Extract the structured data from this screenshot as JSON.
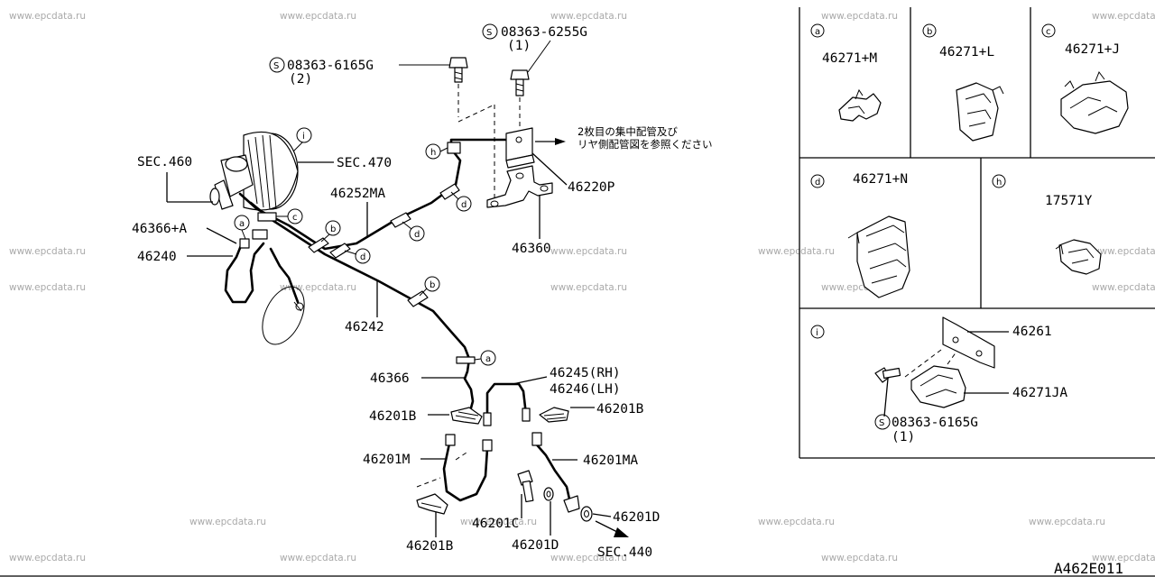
{
  "watermark": "www.epcdata.ru",
  "diagram_code": "A462E011",
  "screw_symbol": "S",
  "callouts": {
    "screw_top": "08363-6255G",
    "screw_top_qty": "(1)",
    "screw_left": "08363-6165G",
    "screw_left_qty": "(2)",
    "sec_460": "SEC.460",
    "sec_470": "SEC.470",
    "sec_440": "SEC.440",
    "p46252MA": "46252MA",
    "p46366A": "46366+A",
    "p46240": "46240",
    "p46242": "46242",
    "p46366": "46366",
    "p46201B_left": "46201B",
    "p46201M": "46201M",
    "p46201B_bottom": "46201B",
    "p46201C": "46201C",
    "p46201D_bottom": "46201D",
    "p46201D_right": "46201D",
    "p46201MA": "46201MA",
    "p46201B_right": "46201B",
    "p46245": "46245(RH)",
    "p46246": "46246(LH)",
    "p46220P": "46220P",
    "p46360": "46360",
    "note_line1": "2枚目の集中配管及び",
    "note_line2": "リヤ側配管図を参照ください"
  },
  "diagram_letters": {
    "a": "a",
    "b": "b",
    "c": "c",
    "d": "d",
    "h": "h",
    "i": "i"
  },
  "detail_panels": [
    {
      "letter": "a",
      "part": "46271+M"
    },
    {
      "letter": "b",
      "part": "46271+L"
    },
    {
      "letter": "c",
      "part": "46271+J"
    },
    {
      "letter": "d",
      "part": "46271+N"
    },
    {
      "letter": "h",
      "part": "17571Y"
    }
  ],
  "detail_i": {
    "letter": "i",
    "bracket": "46261",
    "clip": "46271JA",
    "screw": "08363-6165G",
    "screw_qty": "(1)"
  }
}
